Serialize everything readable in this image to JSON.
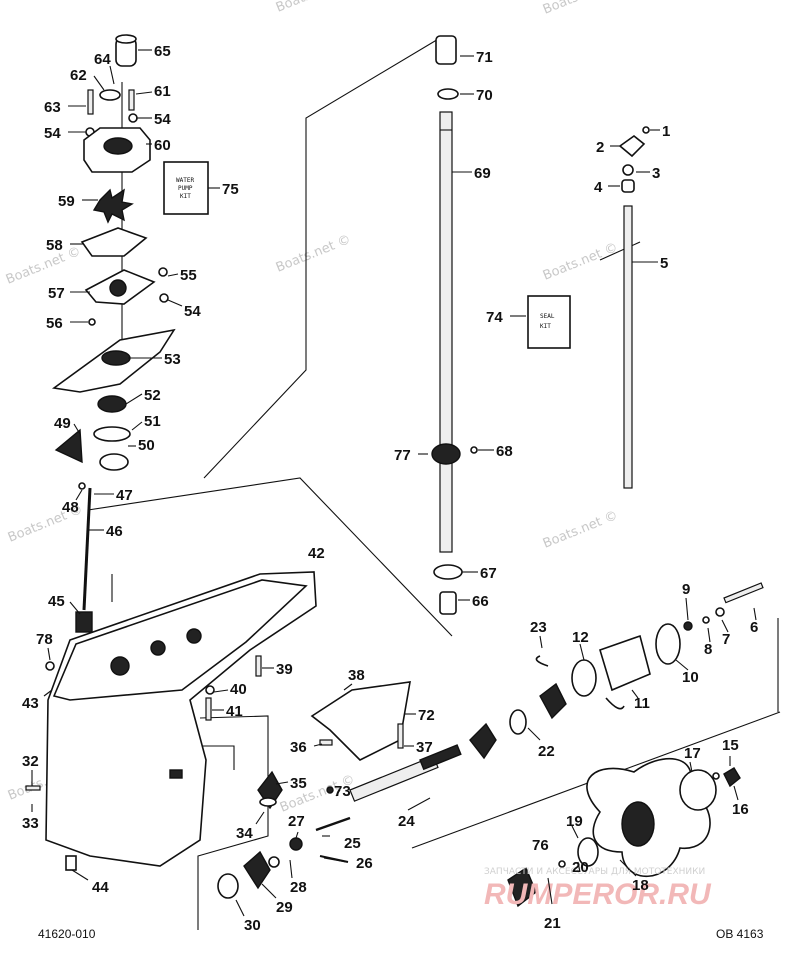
{
  "figure_code_left": "41620-010",
  "figure_code_right": "OB 4163",
  "watermark_text": "Boats.net ©",
  "shop_watermark": {
    "tagline": "ЗАПЧАСТИ И АКСЕССУАРЫ ДЛЯ МОТОТЕХНИКИ",
    "site": "RUMPEROR.RU"
  },
  "kits": {
    "water_pump_kit": [
      "WATER",
      "PUMP",
      "KIT"
    ],
    "seal_kit": [
      "SEAL",
      "KIT"
    ]
  },
  "callouts": {
    "c1": "1",
    "c2": "2",
    "c3": "3",
    "c4": "4",
    "c5": "5",
    "c6": "6",
    "c7": "7",
    "c8": "8",
    "c9": "9",
    "c10": "10",
    "c11": "11",
    "c12": "12",
    "c15": "15",
    "c16": "16",
    "c17": "17",
    "c18": "18",
    "c19": "19",
    "c20": "20",
    "c21": "21",
    "c22": "22",
    "c23": "23",
    "c24": "24",
    "c25": "25",
    "c26": "26",
    "c27": "27",
    "c28": "28",
    "c29": "29",
    "c30": "30",
    "c32": "32",
    "c33": "33",
    "c34": "34",
    "c35": "35",
    "c36": "36",
    "c37": "37",
    "c38": "38",
    "c39": "39",
    "c40": "40",
    "c41": "41",
    "c42": "42",
    "c43": "43",
    "c44": "44",
    "c45": "45",
    "c46": "46",
    "c47": "47",
    "c48": "48",
    "c49": "49",
    "c50": "50",
    "c51": "51",
    "c52": "52",
    "c53": "53",
    "c54a": "54",
    "c54b": "54",
    "c55": "55",
    "c56": "56",
    "c57": "57",
    "c58": "58",
    "c59": "59",
    "c60": "60",
    "c61": "61",
    "c62": "62",
    "c63": "63",
    "c64": "64",
    "c65": "65",
    "c66": "66",
    "c67": "67",
    "c68": "68",
    "c69": "69",
    "c70": "70",
    "c71": "71",
    "c72": "72",
    "c73": "73",
    "c74": "74",
    "c75": "75",
    "c76": "76",
    "c77": "77",
    "c78": "78"
  }
}
